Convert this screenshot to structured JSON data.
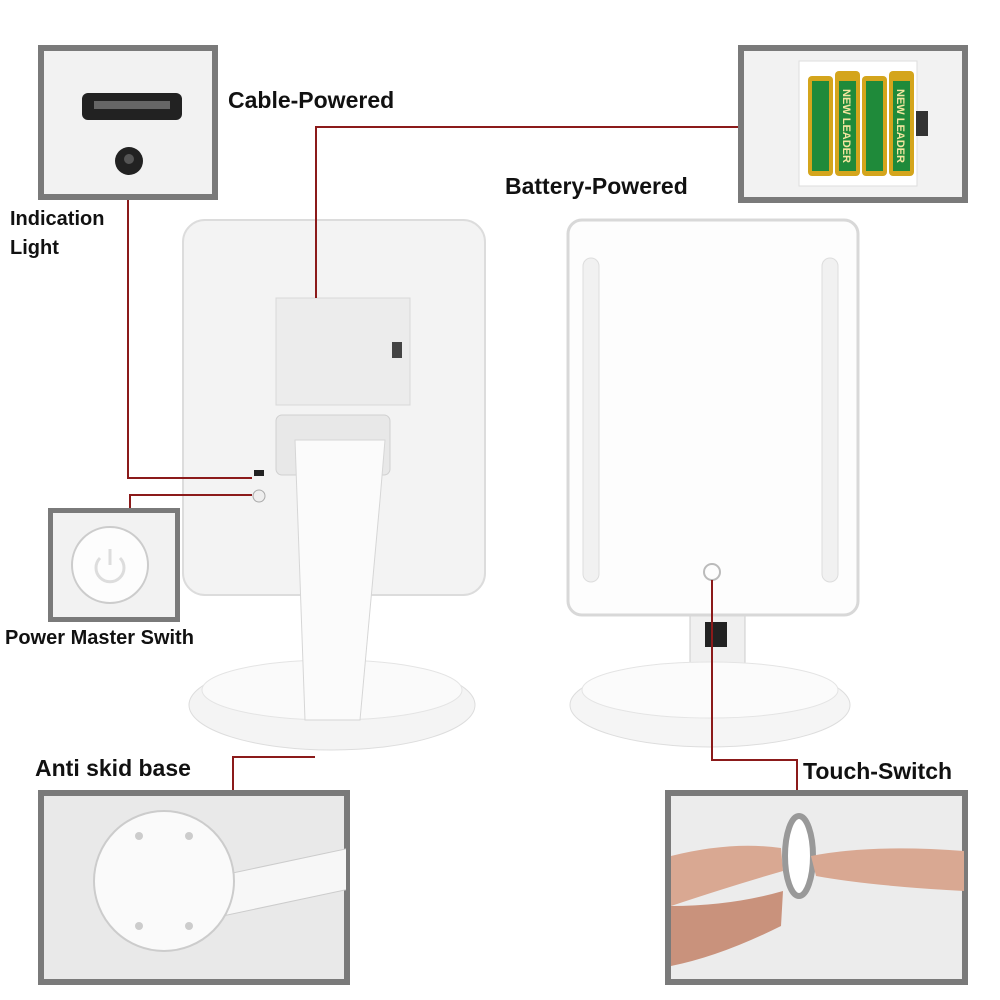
{
  "labels": {
    "cable": "Cable-Powered",
    "battery": "Battery-Powered",
    "indication_line1": "Indication",
    "indication_line2": "Light",
    "power_switch": "Power Master Swith",
    "anti_skid": "Anti skid base",
    "touch_switch": "Touch-Switch"
  },
  "battery_brand": "NEW LEADER",
  "colors": {
    "callout_line": "#8b1a1a",
    "inset_border": "#7a7a7a",
    "battery_green": "#1f8a3a",
    "battery_gold": "#d4a51c"
  }
}
